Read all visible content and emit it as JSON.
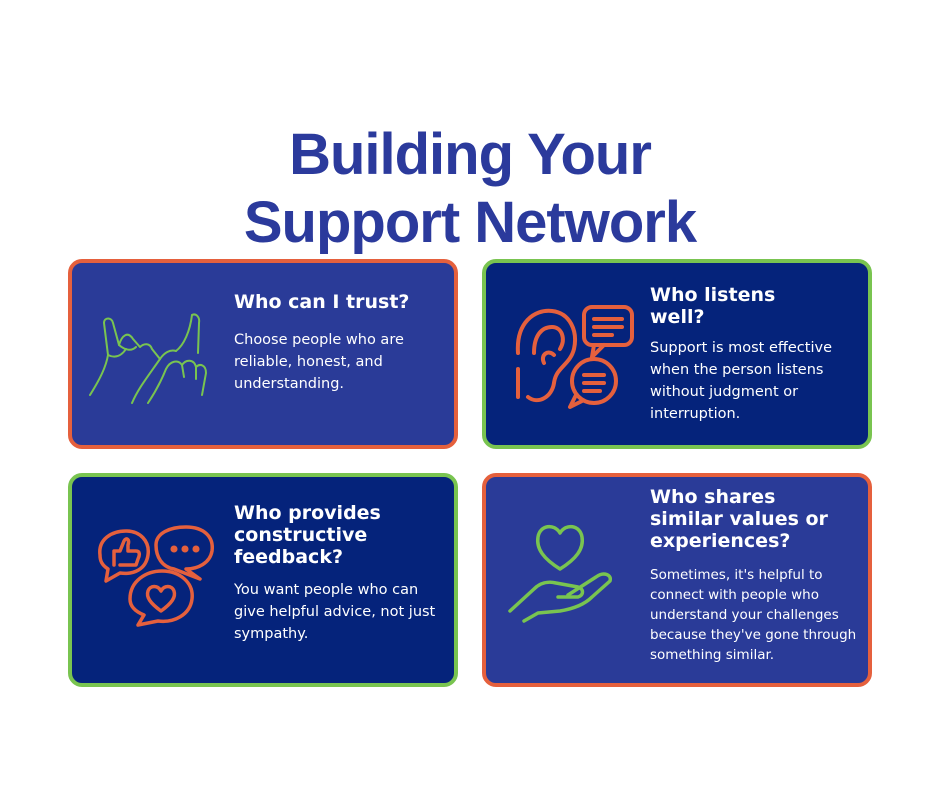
{
  "title": {
    "line1": "Building Your",
    "line2": "Support Network"
  },
  "cards": [
    {
      "heading": "Who can I trust?",
      "body": "Choose people who are reliable, honest, and understanding.",
      "icon": "pinky-promise-icon"
    },
    {
      "heading": "Who listens\nwell?",
      "body": "Support is most effective when the person listens without judgment or interruption.",
      "icon": "ear-speech-icon"
    },
    {
      "heading": "Who provides\nconstructive\nfeedback?",
      "body": "You want people who can give helpful advice, not just sympathy.",
      "icon": "feedback-bubbles-icon"
    },
    {
      "heading": "Who shares\nsimilar values or\nexperiences?",
      "body": "Sometimes, it's helpful to connect with people who understand your challenges because they've gone through something similar.",
      "icon": "heart-hand-icon"
    }
  ],
  "colors": {
    "title": "#2b3a9c",
    "card_dark": "#05237b",
    "card_mid": "#2a3b98",
    "accent_orange": "#e5603d",
    "accent_green": "#79c450"
  }
}
